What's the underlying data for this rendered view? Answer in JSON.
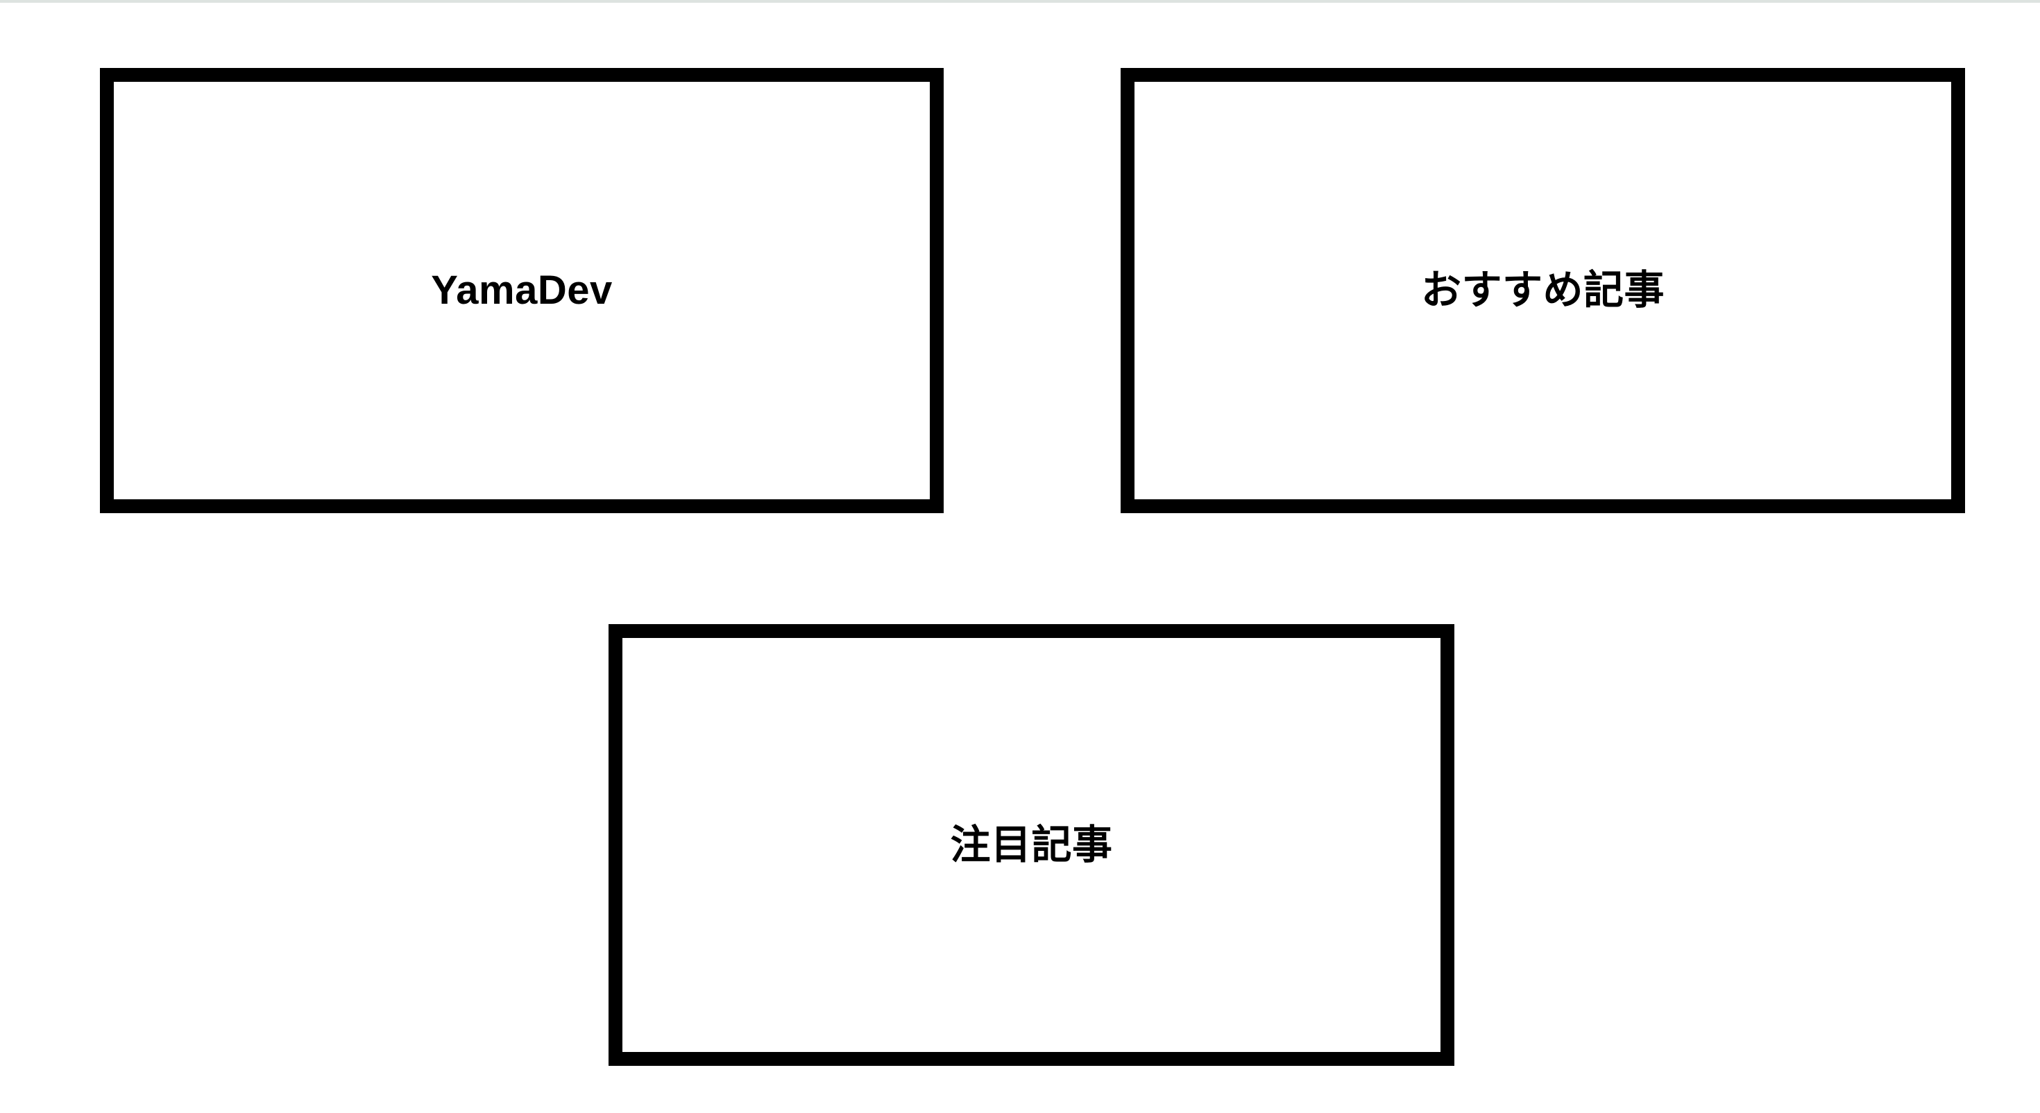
{
  "page": {
    "background_color": "#ffffff",
    "top_rule_color": "#dde3e0"
  },
  "boxes": [
    {
      "id": "brand",
      "label": "YamaDev",
      "border_color": "#000000",
      "text_color": "#000000"
    },
    {
      "id": "recommended",
      "label": "おすすめ記事",
      "border_color": "#000000",
      "text_color": "#000000"
    },
    {
      "id": "featured",
      "label": "注目記事",
      "border_color": "#000000",
      "text_color": "#000000"
    }
  ]
}
